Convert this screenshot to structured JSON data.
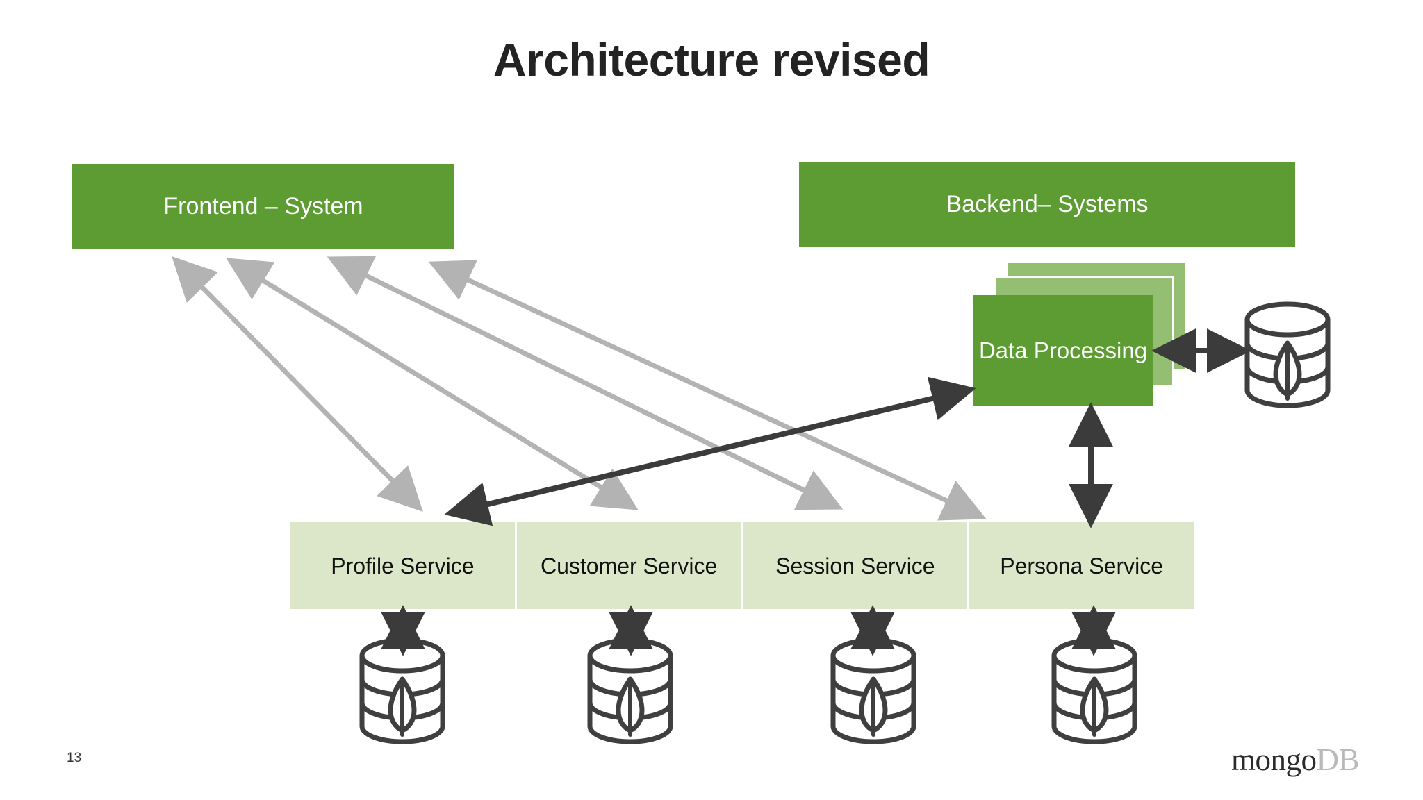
{
  "slide": {
    "title": "Architecture revised",
    "number": "13",
    "logo": {
      "primary": "mongo",
      "secondary": "DB"
    }
  },
  "colors": {
    "green_primary": "#5C9C33",
    "green_light": "#94BE72",
    "green_pale": "#DCE6C8",
    "arrow_gray": "#B3B3B3",
    "arrow_dark": "#3B3B3B",
    "text_dark": "#232323",
    "text_light": "#FFFFFF"
  },
  "systems": {
    "frontend": "Frontend – System",
    "backend": "Backend– Systems"
  },
  "data_processing": {
    "label": "Data Processing",
    "stack_count": 3
  },
  "services": [
    {
      "label": "Profile Service",
      "database_icon": "mongodb-database-icon"
    },
    {
      "label": "Customer Service",
      "database_icon": "mongodb-database-icon"
    },
    {
      "label": "Session Service",
      "database_icon": "mongodb-database-icon"
    },
    {
      "label": "Persona Service",
      "database_icon": "mongodb-database-icon"
    }
  ],
  "processing_database": {
    "database_icon": "mongodb-database-icon"
  },
  "connections": [
    {
      "from": "frontend-system",
      "to": "profile-service",
      "style": "gray-double-arrow"
    },
    {
      "from": "frontend-system",
      "to": "customer-service",
      "style": "gray-double-arrow"
    },
    {
      "from": "frontend-system",
      "to": "session-service",
      "style": "gray-double-arrow"
    },
    {
      "from": "frontend-system",
      "to": "persona-service",
      "style": "gray-double-arrow"
    },
    {
      "from": "profile-service",
      "to": "data-processing",
      "style": "dark-double-arrow"
    },
    {
      "from": "data-processing",
      "to": "persona-service",
      "style": "dark-double-arrow"
    },
    {
      "from": "data-processing",
      "to": "processing-database",
      "style": "dark-double-arrow"
    },
    {
      "from": "profile-service",
      "to": "profile-database",
      "style": "dark-double-arrow"
    },
    {
      "from": "customer-service",
      "to": "customer-database",
      "style": "dark-double-arrow"
    },
    {
      "from": "session-service",
      "to": "session-database",
      "style": "dark-double-arrow"
    },
    {
      "from": "persona-service",
      "to": "persona-database",
      "style": "dark-double-arrow"
    }
  ]
}
